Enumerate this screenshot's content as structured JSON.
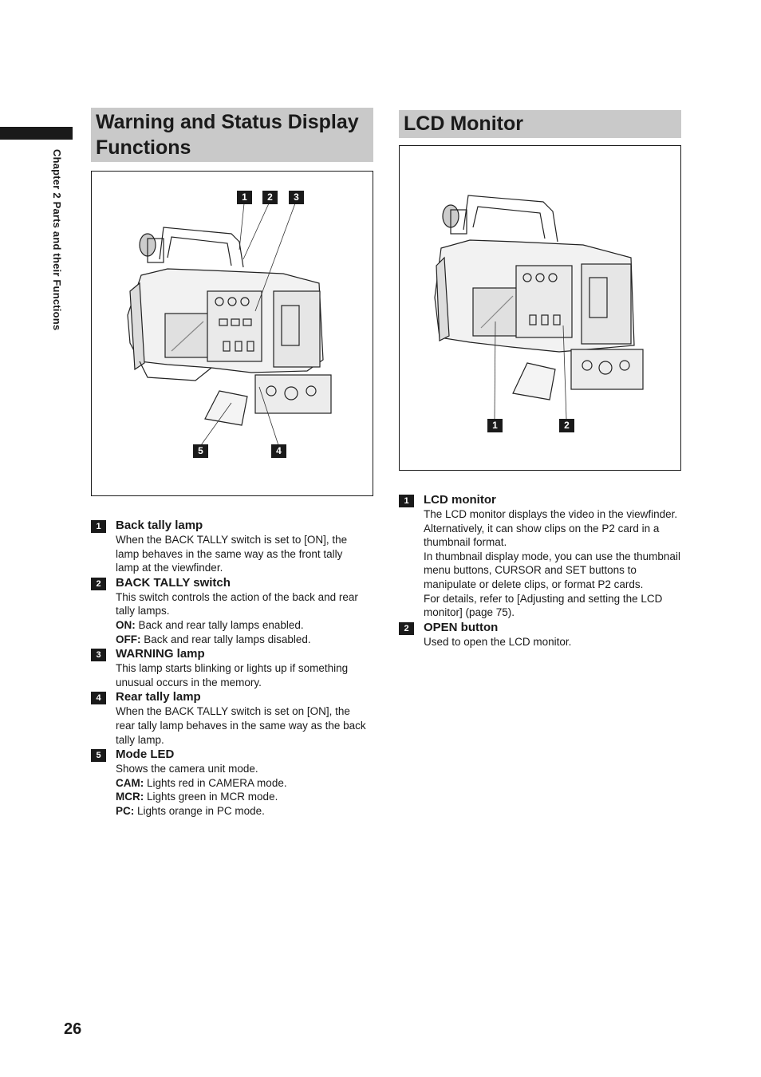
{
  "chapter_tab": "Chapter 2 Parts and their Functions",
  "page_number": "26",
  "left": {
    "heading_line1": "Warning and Status Display",
    "heading_line2": "Functions",
    "callouts": [
      "1",
      "2",
      "3",
      "4",
      "5"
    ],
    "items": [
      {
        "num": "1",
        "title": "Back tally lamp",
        "desc": [
          "When the BACK TALLY switch is set to [ON], the lamp behaves in the same way as the front tally lamp at the viewfinder."
        ]
      },
      {
        "num": "2",
        "title": "BACK TALLY switch",
        "desc": [
          "This switch controls the action of the back and rear tally lamps."
        ],
        "opts": [
          {
            "k": "ON:",
            "v": " Back and rear tally lamps enabled."
          },
          {
            "k": "OFF:",
            "v": " Back and rear tally lamps disabled."
          }
        ]
      },
      {
        "num": "3",
        "title": "WARNING lamp",
        "desc": [
          "This lamp starts blinking or lights up if something unusual occurs in the memory."
        ]
      },
      {
        "num": "4",
        "title": "Rear tally lamp",
        "desc": [
          "When the BACK TALLY switch is set on [ON], the rear tally lamp behaves in the same way as the back tally lamp."
        ]
      },
      {
        "num": "5",
        "title": "Mode LED",
        "desc": [
          "Shows the camera unit mode."
        ],
        "opts": [
          {
            "k": "CAM:",
            "v": " Lights red in CAMERA mode."
          },
          {
            "k": "MCR:",
            "v": " Lights green in MCR mode."
          },
          {
            "k": "PC:",
            "v": " Lights orange in PC mode."
          }
        ]
      }
    ]
  },
  "right": {
    "heading": "LCD Monitor",
    "callouts": [
      "1",
      "2"
    ],
    "items": [
      {
        "num": "1",
        "title": "LCD monitor",
        "desc": [
          "The LCD monitor displays the video in the viewfinder.",
          "Alternatively, it can show clips on the P2 card in a thumbnail format.",
          "In thumbnail display mode, you can use the thumbnail menu buttons, CURSOR and SET buttons to manipulate or delete clips, or format P2 cards.",
          "For details, refer to [Adjusting and setting the LCD monitor] (page 75)."
        ]
      },
      {
        "num": "2",
        "title": "OPEN button",
        "desc": [
          "Used to open the LCD monitor."
        ]
      }
    ]
  }
}
